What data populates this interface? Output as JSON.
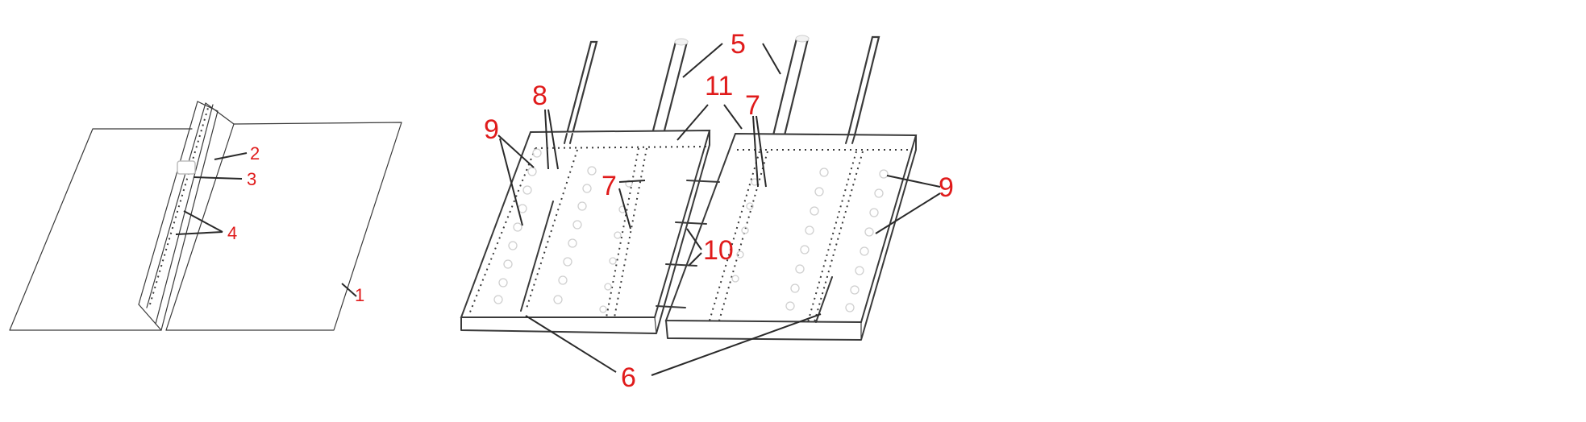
{
  "figure_left": {
    "labels": {
      "plate": "1",
      "part2": "2",
      "part3": "3",
      "part4": "4"
    }
  },
  "figure_right": {
    "labels": {
      "part5": "5",
      "part6": "6",
      "part7a": "7",
      "part7b": "7",
      "part8": "8",
      "part9a": "9",
      "part9b": "9",
      "part10": "10",
      "part11": "11"
    }
  },
  "colors": {
    "label": "#e01b1b",
    "line": "#3a3a3a"
  }
}
